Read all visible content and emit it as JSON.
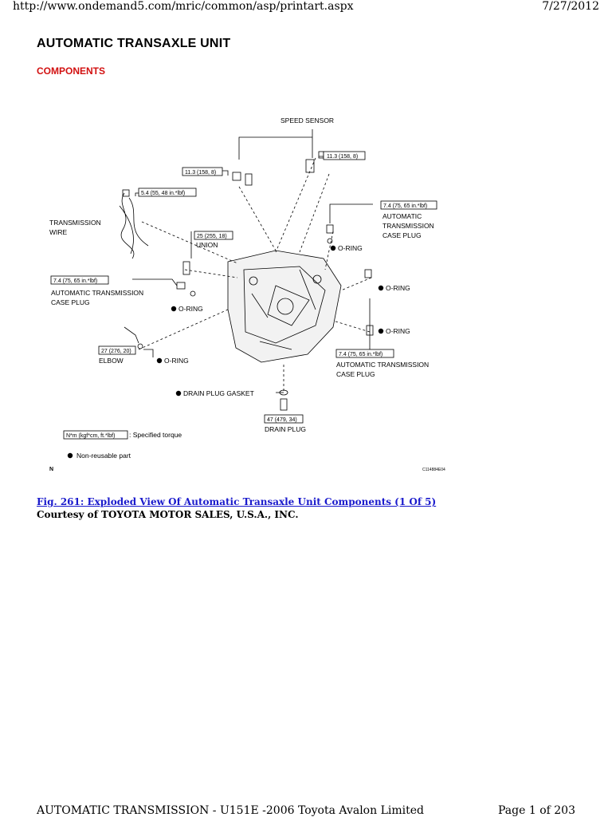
{
  "header": {
    "url": "http://www.ondemand5.com/mric/common/asp/printart.aspx",
    "date": "7/27/2012"
  },
  "document": {
    "title": "AUTOMATIC TRANSAXLE UNIT",
    "section": "COMPONENTS",
    "caption_link": "Fig. 261: Exploded View Of Automatic Transaxle Unit Components (1 Of 5)",
    "courtesy": "Courtesy of TOYOTA MOTOR SALES, U.S.A., INC."
  },
  "diagram": {
    "labels": {
      "speed_sensor": "SPEED SENSOR",
      "torque_113_left": "11.3 (158, 8)",
      "torque_113_right": "11.3 (158, 8)",
      "torque_54": "5.4 (55, 48 in.*lbf)",
      "transmission_wire_1": "TRANSMISSION",
      "transmission_wire_2": "WIRE",
      "torque_25": "25 (255, 18)",
      "union": "UNION",
      "torque_74_left": "7.4 (75, 65 in.*lbf)",
      "atcp_left_1": "AUTOMATIC TRANSMISSION",
      "atcp_left_2": "CASE PLUG",
      "oring_left": "O-RING",
      "torque_27": "27 (276, 20)",
      "elbow": "ELBOW",
      "oring_elbow": "O-RING",
      "torque_74_top_right": "7.4 (75, 65 in.*lbf)",
      "atcp_tr_1": "AUTOMATIC",
      "atcp_tr_2": "TRANSMISSION",
      "atcp_tr_3": "CASE PLUG",
      "oring_tr": "O-RING",
      "oring_right_mid": "O-RING",
      "oring_right_low": "O-RING",
      "torque_74_bottom_right": "7.4 (75, 65 in.*lbf)",
      "atcp_br_1": "AUTOMATIC TRANSMISSION",
      "atcp_br_2": "CASE PLUG",
      "drain_gasket": "DRAIN PLUG GASKET",
      "torque_47": "47 (479, 34)",
      "drain_plug": "DRAIN PLUG",
      "legend_torque_box": "N*m (kgf*cm, ft.*lbf)",
      "legend_torque_text": ": Specified torque",
      "legend_nonreusable": "Non-reusable part",
      "corner_mark": "N",
      "figure_code": "C114884E04"
    }
  },
  "footer": {
    "left": "AUTOMATIC TRANSMISSION - U151E -2006 Toyota Avalon Limited",
    "right": "Page 1 of 203"
  }
}
